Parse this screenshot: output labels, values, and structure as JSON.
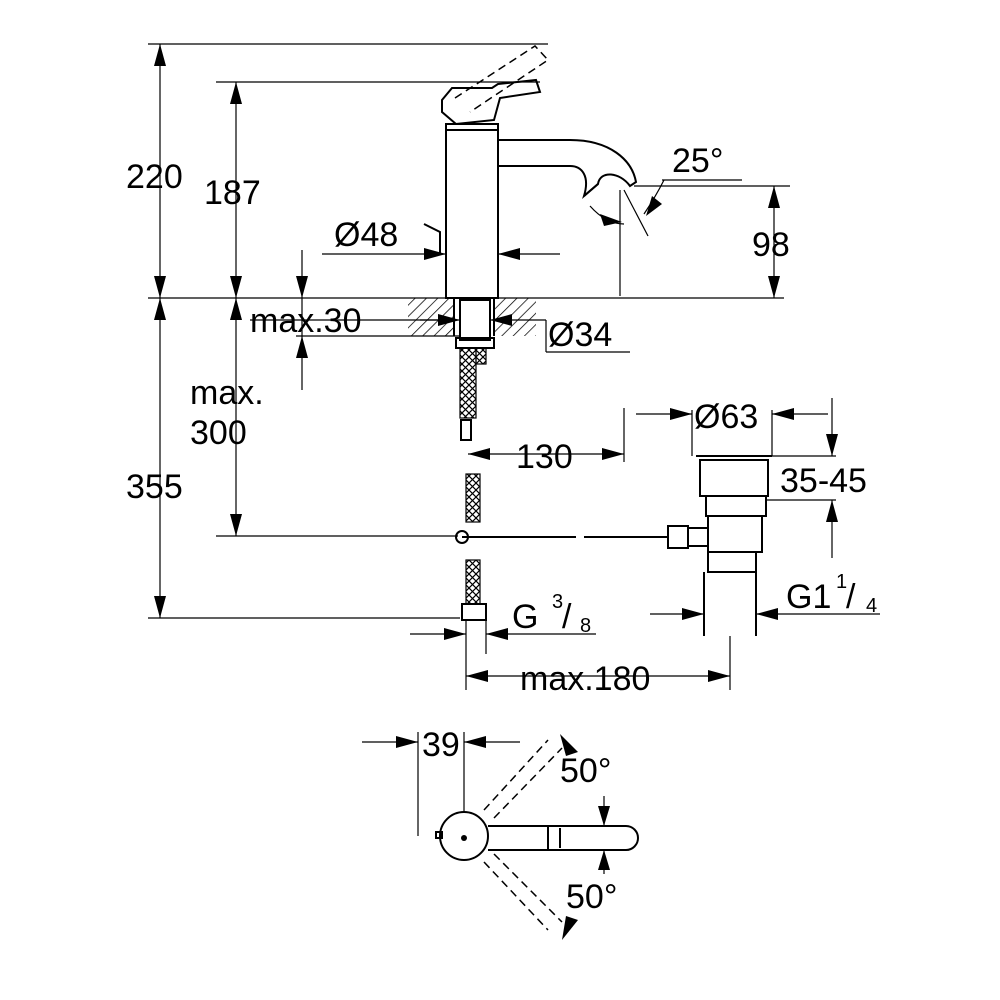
{
  "dimensions": {
    "height_total": "220",
    "height_spout": "187",
    "body_diameter": "Ø48",
    "spout_angle": "25°",
    "spout_height": "98",
    "max_deck_thickness": "max.30",
    "hole_diameter": "Ø34",
    "max_label": "max.",
    "max_hose_value": "300",
    "length_355": "355",
    "offset_130": "130",
    "waste_diameter": "Ø63",
    "waste_range": "35-45",
    "waste_thread_main": "G1",
    "waste_thread_num": "1",
    "waste_thread_den": "4",
    "supply_thread_main": "G",
    "supply_thread_num": "3",
    "supply_thread_den": "8",
    "max_180": "max.180",
    "plan_offset_39": "39",
    "lever_angle_top": "50°",
    "lever_angle_bottom": "50°"
  }
}
